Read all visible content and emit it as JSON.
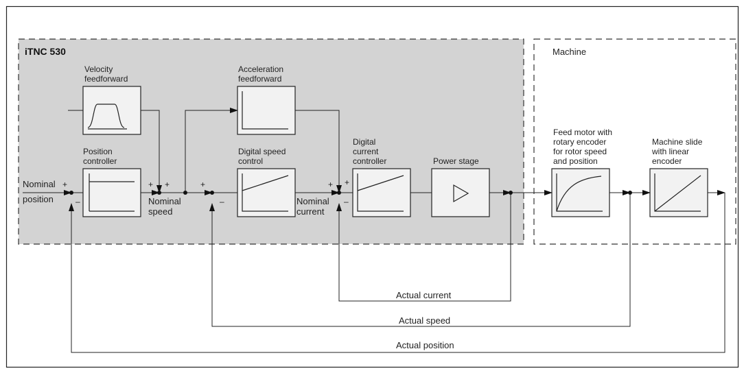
{
  "controller": {
    "title": "iTNC 530"
  },
  "machine": {
    "title": "Machine"
  },
  "blocks": {
    "velocity_ff": [
      "Velocity",
      "feedforward"
    ],
    "accel_ff": [
      "Acceleration",
      "feedforward"
    ],
    "position_ctrl": [
      "Position",
      "controller"
    ],
    "speed_ctrl": [
      "Digital speed",
      "control"
    ],
    "current_ctrl": [
      "Digital",
      "current",
      "controller"
    ],
    "power_stage": [
      "Power stage"
    ],
    "feed_motor": [
      "Feed motor with",
      "rotary encoder",
      "for rotor speed",
      "and position"
    ],
    "machine_slide": [
      "Machine slide",
      "with linear",
      "encoder"
    ]
  },
  "signals": {
    "nominal_position": [
      "Nominal",
      "position"
    ],
    "nominal_speed": [
      "Nominal",
      "speed"
    ],
    "nominal_current": [
      "Nominal",
      "current"
    ],
    "actual_current": "Actual current",
    "actual_speed": "Actual speed",
    "actual_position": "Actual position"
  },
  "signs": {
    "plus": "+",
    "minus": "–"
  }
}
